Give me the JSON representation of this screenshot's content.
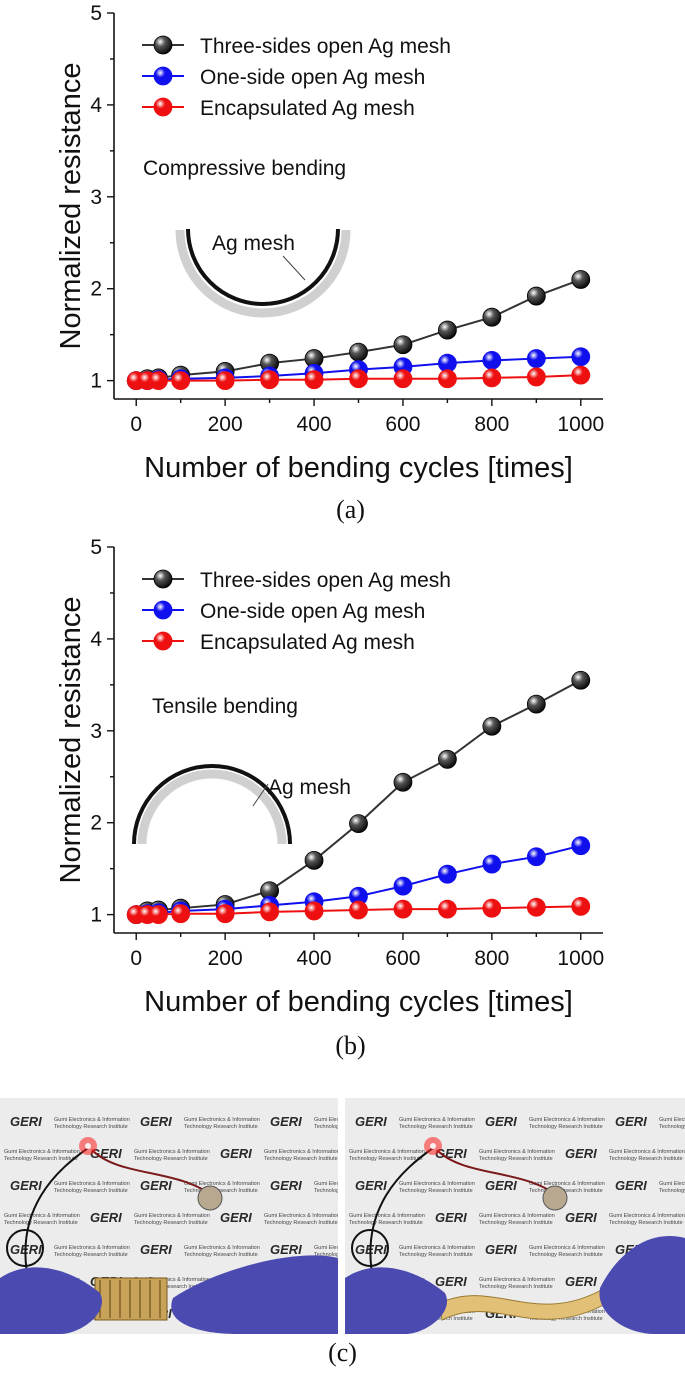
{
  "chart_data": [
    {
      "type": "line",
      "panel_label": "(a)",
      "annotation": "Compressive bending",
      "inset_label": "Ag mesh",
      "xlabel": "Number of bending cycles [times]",
      "ylabel": "Normalized resistance",
      "xlim": [
        -50,
        1050
      ],
      "ylim": [
        0.8,
        5
      ],
      "xticks": [
        0,
        200,
        400,
        600,
        800,
        1000
      ],
      "yticks": [
        1,
        2,
        3,
        4,
        5
      ],
      "legend_position": "top-left",
      "x": [
        0,
        25,
        50,
        100,
        200,
        300,
        400,
        500,
        600,
        700,
        800,
        900,
        1000
      ],
      "series": [
        {
          "name": "Three-sides open Ag mesh",
          "color": "#000000",
          "values": [
            1.0,
            1.02,
            1.03,
            1.06,
            1.1,
            1.19,
            1.24,
            1.31,
            1.39,
            1.55,
            1.69,
            1.92,
            2.1
          ]
        },
        {
          "name": "One-side open Ag mesh",
          "color": "#1010ee",
          "values": [
            1.0,
            1.0,
            1.01,
            1.02,
            1.03,
            1.05,
            1.08,
            1.12,
            1.15,
            1.19,
            1.22,
            1.24,
            1.26
          ]
        },
        {
          "name": "Encapsulated Ag mesh",
          "color": "#ee1010",
          "values": [
            1.0,
            1.0,
            1.0,
            1.0,
            1.0,
            1.01,
            1.01,
            1.02,
            1.02,
            1.02,
            1.03,
            1.04,
            1.06
          ]
        }
      ]
    },
    {
      "type": "line",
      "panel_label": "(b)",
      "annotation": "Tensile bending",
      "inset_label": "Ag mesh",
      "xlabel": "Number of bending cycles [times]",
      "ylabel": "Normalized resistance",
      "xlim": [
        -50,
        1050
      ],
      "ylim": [
        0.8,
        5
      ],
      "xticks": [
        0,
        200,
        400,
        600,
        800,
        1000
      ],
      "yticks": [
        1,
        2,
        3,
        4,
        5
      ],
      "legend_position": "top-left",
      "x": [
        0,
        25,
        50,
        100,
        200,
        300,
        400,
        500,
        600,
        700,
        800,
        900,
        1000
      ],
      "series": [
        {
          "name": "Three-sides open Ag mesh",
          "color": "#000000",
          "values": [
            1.0,
            1.04,
            1.05,
            1.07,
            1.11,
            1.26,
            1.59,
            1.99,
            2.44,
            2.69,
            3.05,
            3.29,
            3.55
          ]
        },
        {
          "name": "One-side open Ag mesh",
          "color": "#1010ee",
          "values": [
            1.0,
            1.01,
            1.02,
            1.04,
            1.06,
            1.1,
            1.14,
            1.2,
            1.31,
            1.44,
            1.55,
            1.63,
            1.75
          ]
        },
        {
          "name": "Encapsulated Ag mesh",
          "color": "#ee1010",
          "values": [
            1.0,
            1.0,
            1.0,
            1.01,
            1.01,
            1.03,
            1.04,
            1.05,
            1.06,
            1.06,
            1.07,
            1.08,
            1.09
          ]
        }
      ]
    }
  ],
  "photos": {
    "panel_label": "(c)",
    "backdrop_logo": "GERI",
    "backdrop_text_1": "Gumi Electronics & Information",
    "backdrop_text_2": "Technology Research Institute",
    "backdrop_color": "#ececec",
    "glove_color": "#4a4ab0",
    "led_color": "#ff2020"
  }
}
